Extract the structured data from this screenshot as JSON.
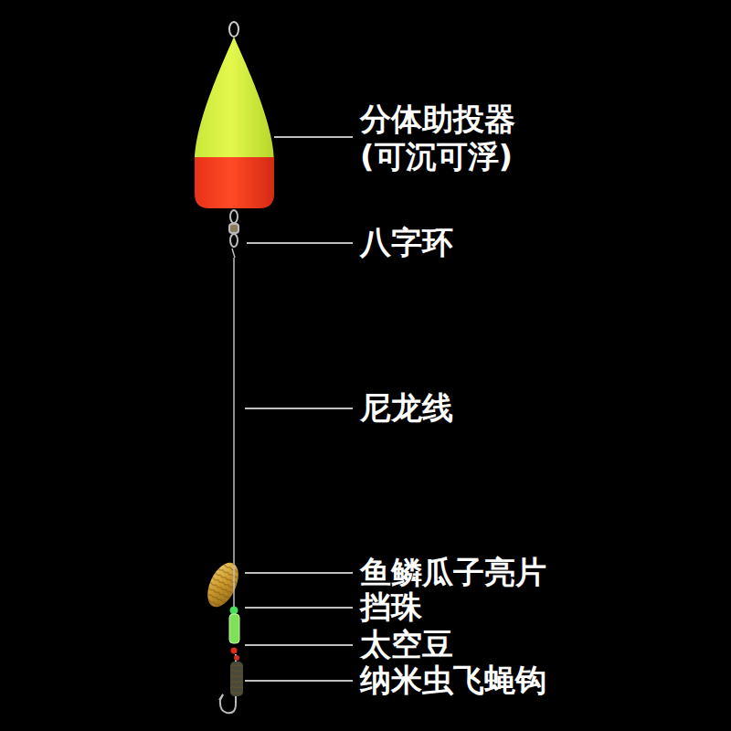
{
  "diagram": {
    "labels": [
      "分体助投器",
      "(可沉可浮)",
      "八字环",
      "尼龙线",
      "鱼鳞瓜子亮片",
      "挡珠",
      "太空豆",
      "纳米虫飞蝇钩"
    ]
  }
}
